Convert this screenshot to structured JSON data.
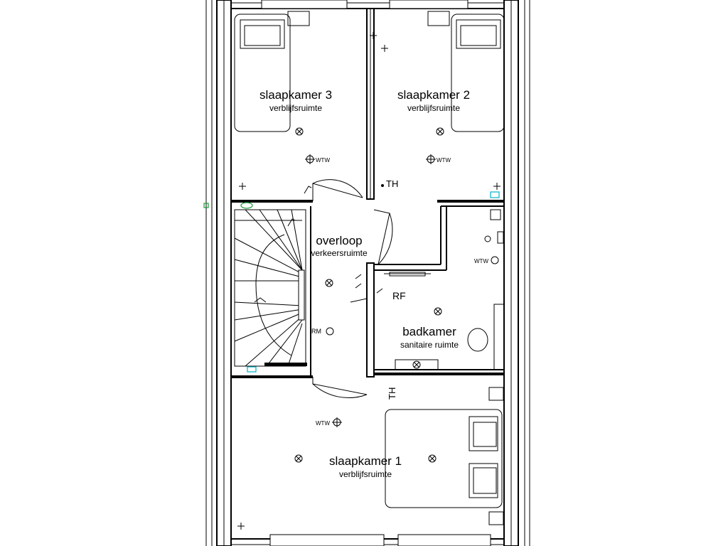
{
  "rooms": {
    "bedroom3": {
      "name": "slaapkamer 3",
      "type": "verblijfsruimte"
    },
    "bedroom2": {
      "name": "slaapkamer 2",
      "type": "verblijfsruimte"
    },
    "landing": {
      "name": "overloop",
      "type": "verkeersruimte"
    },
    "bathroom": {
      "name": "badkamer",
      "type": "sanitaire ruimte"
    },
    "bedroom1": {
      "name": "slaapkamer 1",
      "type": "verblijfsruimte"
    }
  },
  "symbols": {
    "wtw": "WTW",
    "thermostat": "TH",
    "smoke_detector": "RM",
    "rf": "RF"
  },
  "colors": {
    "line": "#000000",
    "background": "#ffffff",
    "accent_green": "#1a9a3a",
    "accent_cyan": "#00b0c8"
  }
}
